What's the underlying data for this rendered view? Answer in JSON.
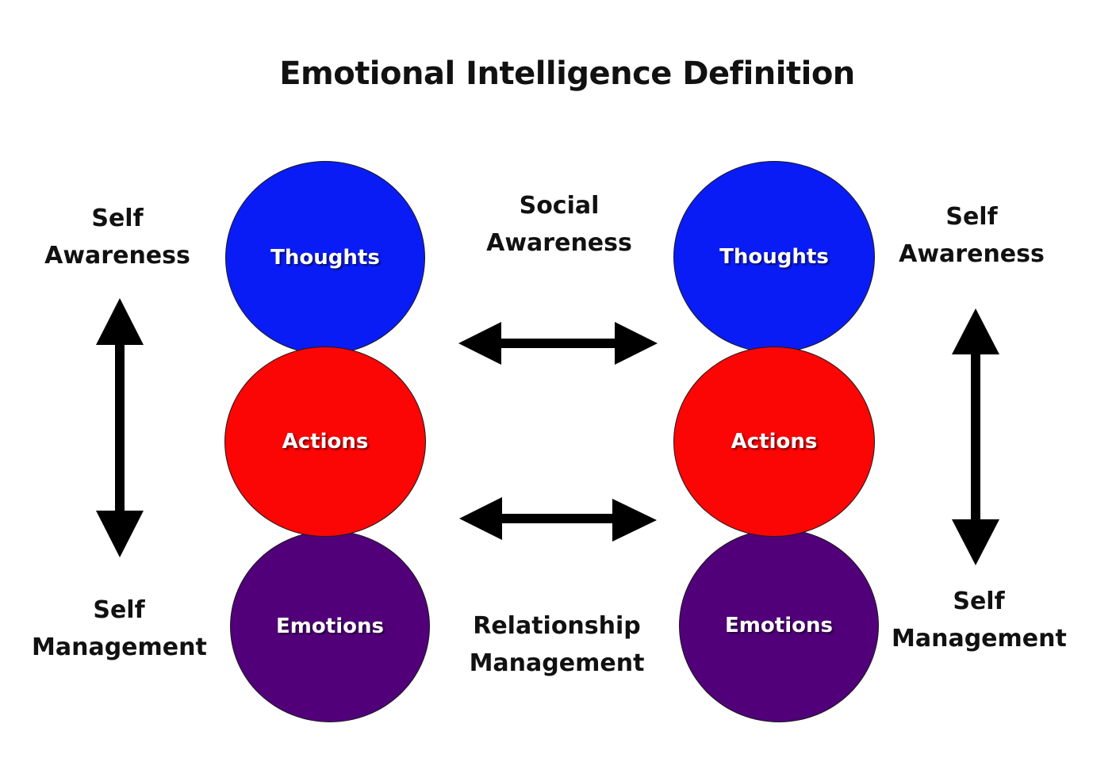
{
  "title": "Emotional Intelligence Definition",
  "colors": {
    "thoughts": "#0a1cf5",
    "actions": "#fc0505",
    "emotions": "#51007a",
    "arrow": "#000000"
  },
  "left": {
    "top_label": [
      "Self",
      "Awareness"
    ],
    "bottom_label": [
      "Self",
      "Management"
    ],
    "circles": {
      "thoughts": "Thoughts",
      "actions": "Actions",
      "emotions": "Emotions"
    }
  },
  "right": {
    "top_label": [
      "Self",
      "Awareness"
    ],
    "bottom_label": [
      "Self",
      "Management"
    ],
    "circles": {
      "thoughts": "Thoughts",
      "actions": "Actions",
      "emotions": "Emotions"
    }
  },
  "center": {
    "top_label": [
      "Social",
      "Awareness"
    ],
    "bottom_label": [
      "Relationship",
      "Management"
    ]
  },
  "icons": {
    "left_vertical_arrow": "double-headed-vertical-arrow",
    "right_vertical_arrow": "double-headed-vertical-arrow",
    "top_horizontal_arrow": "double-headed-horizontal-arrow",
    "bottom_horizontal_arrow": "double-headed-horizontal-arrow"
  }
}
